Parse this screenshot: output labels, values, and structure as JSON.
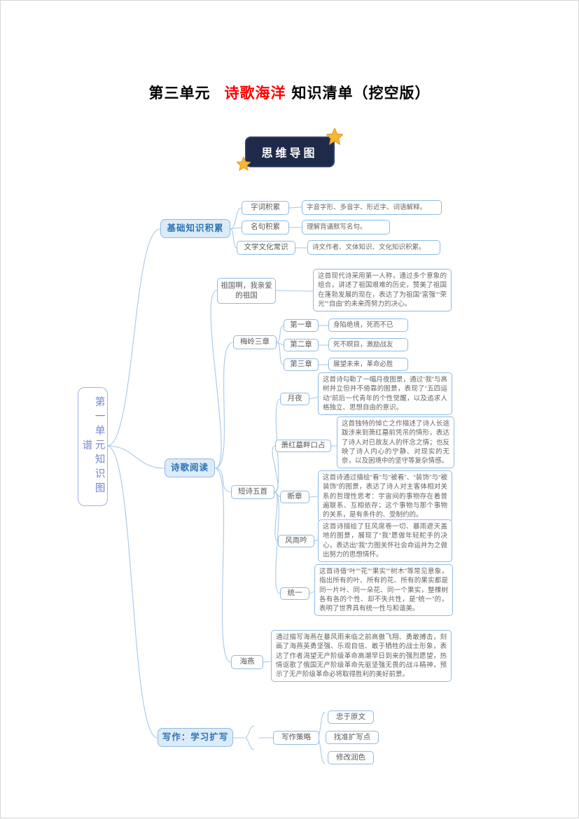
{
  "title": {
    "unit": "第三单元",
    "topic": "诗歌海洋",
    "rest": "知识清单（挖空版）"
  },
  "badge": "思维导图",
  "colors": {
    "title_red": "#FE0000",
    "badge_bg": "#1F2A4A",
    "star_gold": "#F7B733",
    "branch_fill": "#DCEBF8",
    "branch_text": "#2E74B5",
    "node_border": "#8FBBE3",
    "root_text": "#7583D1",
    "desc_text": "#666666",
    "line": "#A6C9E8"
  },
  "mm": {
    "root": "第一单元知识图谱",
    "b1": {
      "label": "基础知识积累",
      "c1": {
        "label": "字词积累",
        "desc": "字音字形、多音字、形近字、词语解释。"
      },
      "c2": {
        "label": "名句积累",
        "desc": "理解背诵默写名句。"
      },
      "c3": {
        "label": "文学文化常识",
        "desc": "诗文作者、文体知识、文化知识积累。"
      }
    },
    "b2": {
      "label": "诗歌阅读",
      "zg": {
        "label": "祖国啊，我亲爱的祖国",
        "desc": "这首现代诗采用第一人称，通过多个意象的组合，讲述了祖国艰难的历史，赞美了祖国在蓬勃发展的现在，表达了为祖国“富强”“荣光”“自由”的未来而努力的决心。"
      },
      "ml": {
        "label": "梅岭三章",
        "c1": {
          "label": "第一章",
          "desc": "身陷绝境，死而不已"
        },
        "c2": {
          "label": "第二章",
          "desc": "死不瞑目，激励战友"
        },
        "c3": {
          "label": "第三章",
          "desc": "展望未来，革命必胜"
        }
      },
      "ds": {
        "label": "短诗五首",
        "p1": {
          "label": "月夜",
          "desc": "这首诗勾勒了一幅月夜图景，通过“我”与高树并立但并不倚靠的图景，表现了“五四运动”前后一代青年的个性觉醒，以及追求人格独立、思想自由的意识。"
        },
        "p2": {
          "label": "萧红墓畔口占",
          "desc": "这首独特的悼亡之作描述了诗人长途跋涉来到萧红墓前凭吊的情形，表达了诗人对已故友人的怀念之情；也反映了诗人内心的宁静、对现实的无奈，以及困境中的坚守等复杂情感。"
        },
        "p3": {
          "label": "断章",
          "desc": "这首诗通过描绘“看”与“被看”、“装饰”与“被装饰”的图景，表达了诗人对主客体相对关系的哲理性思考：宇宙间的事物存在着普遍联系、互相依存；这个事物与那个事物的关系，是有条件的、受制约的。"
        },
        "p4": {
          "label": "风雨吟",
          "desc": "这首诗描绘了狂风席卷一切、暴雨遮天盖地的图景，展现了“我”愿做年轻舵手的决心，表达出“我”力图关怀社会命运并为之做出努力的思想情怀。"
        },
        "p5": {
          "label": "统一",
          "desc": "这首诗借“叶”“花”“果实”“树木”等常见意象，指出所有的叶、所有的花、所有的果实都是同一片叶、同一朵花、同一个果实，整棵树各有各的个性、却不失共性，是“统一”的，表明了世界具有统一性与和谐美。"
        }
      },
      "hy": {
        "label": "海燕",
        "desc": "通过描写海燕在暴风雨来临之前高傲飞翔、勇敢搏击，刻画了海燕英勇坚强、乐观自信、敢于牺牲的战士形象，表达了作者渴望无产阶级革命高潮早日到来的强烈愿望，热情讴歌了俄国无产阶级革命先驱坚强无畏的战斗精神，预示了无产阶级革命必将取得胜利的美好前景。"
      }
    },
    "b3": {
      "label": "写作：学习扩写",
      "cl": {
        "label": "写作策略"
      },
      "s1": {
        "label": "忠于原文"
      },
      "s2": {
        "label": "找准扩写点"
      },
      "s3": {
        "label": "修改润色"
      }
    }
  }
}
